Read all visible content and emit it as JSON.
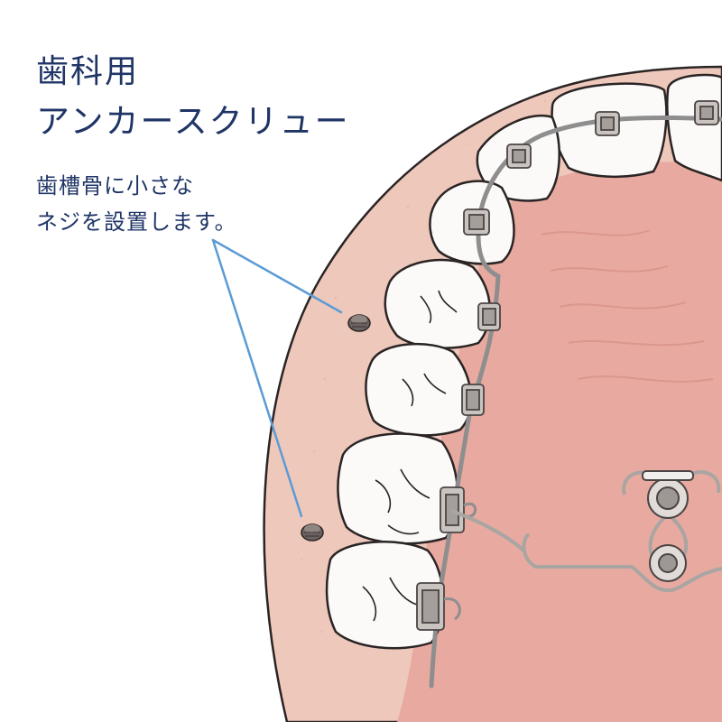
{
  "title": {
    "line1": "歯科用",
    "line2": "アンカースクリュー"
  },
  "caption": {
    "line1": "歯槽骨に小さな",
    "line2": "ネジを設置します。"
  },
  "colors": {
    "text": "#1f3566",
    "gum": "#efc8bc",
    "palate": "#e8aaa0",
    "tooth": "#fbfaf8",
    "outline": "#2a2424",
    "wire": "#8e8e8e",
    "pointer": "#5b9bd5",
    "screw": "#6b6262"
  }
}
